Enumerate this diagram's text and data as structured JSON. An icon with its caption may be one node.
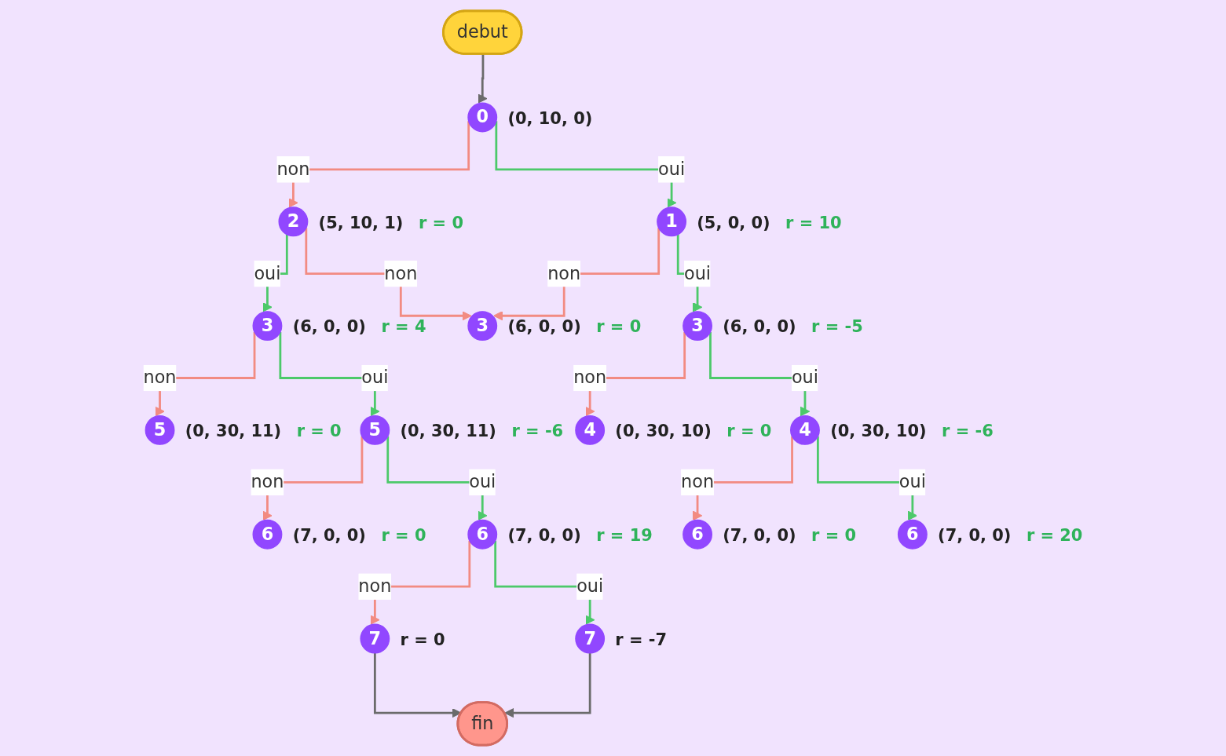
{
  "diagram": {
    "nodes": [
      {
        "text": [
          "debut"
        ]
      },
      {
        "text": [
          "0"
        ],
        "beside": [
          "(0, 10, 0)"
        ]
      },
      {
        "text": [
          "2"
        ],
        "beside": [
          "(5, 10, 1)",
          "r = 0"
        ]
      },
      {
        "text": [
          "1"
        ],
        "beside": [
          "(5, 0, 0)",
          "r = 10"
        ]
      },
      {
        "text": [
          "3"
        ],
        "beside": [
          "(6, 0, 0)",
          "r = 4"
        ]
      },
      {
        "text": [
          "3"
        ],
        "beside": [
          "(6, 0, 0)",
          "r = 0"
        ]
      },
      {
        "text": [
          "3"
        ],
        "beside": [
          "(6, 0, 0)",
          "r = -5"
        ]
      },
      {
        "text": [
          "5"
        ],
        "beside": [
          "(0, 30, 11)",
          "r = 0"
        ]
      },
      {
        "text": [
          "5"
        ],
        "beside": [
          "(0, 30, 11)",
          "r = -6"
        ]
      },
      {
        "text": [
          "4"
        ],
        "beside": [
          "(0, 30, 10)",
          "r = 0"
        ]
      },
      {
        "text": [
          "4"
        ],
        "beside": [
          "(0, 30, 10)",
          "r = -6"
        ]
      },
      {
        "text": [
          "6"
        ],
        "beside": [
          "(7, 0, 0)",
          "r = 0"
        ]
      },
      {
        "text": [
          "6"
        ],
        "beside": [
          "(7, 0, 0)",
          "r = 19"
        ]
      },
      {
        "text": [
          "6"
        ],
        "beside": [
          "(7, 0, 0)",
          "r = 0"
        ]
      },
      {
        "text": [
          "6"
        ],
        "beside": [
          "(7, 0, 0)",
          "r = 20"
        ]
      },
      {
        "text": [
          "7"
        ],
        "beside": [
          "r = 0"
        ]
      },
      {
        "text": [
          "7"
        ],
        "beside": [
          "r = -7"
        ]
      },
      {
        "text": [
          "fin"
        ]
      }
    ],
    "edges": [
      {
        "from": 0,
        "to": 1,
        "arrow": "to",
        "color": "#6b6b6b"
      },
      {
        "from": 1,
        "to": 2,
        "arrow": "to",
        "label": "non",
        "color": "#f28b82"
      },
      {
        "from": 1,
        "to": 3,
        "arrow": "to",
        "label": "oui",
        "color": "#4cc96a"
      },
      {
        "from": 2,
        "to": 4,
        "arrow": "to",
        "label": "oui",
        "color": "#4cc96a"
      },
      {
        "from": 2,
        "to": 5,
        "arrow": "to",
        "label": "non",
        "color": "#f28b82"
      },
      {
        "from": 3,
        "to": 5,
        "arrow": "to",
        "label": "non",
        "color": "#f28b82"
      },
      {
        "from": 3,
        "to": 6,
        "arrow": "to",
        "label": "oui",
        "color": "#4cc96a"
      },
      {
        "from": 4,
        "to": 7,
        "arrow": "to",
        "label": "non",
        "color": "#f28b82"
      },
      {
        "from": 4,
        "to": 8,
        "arrow": "to",
        "label": "oui",
        "color": "#4cc96a"
      },
      {
        "from": 6,
        "to": 9,
        "arrow": "to",
        "label": "non",
        "color": "#f28b82"
      },
      {
        "from": 6,
        "to": 10,
        "arrow": "to",
        "label": "oui",
        "color": "#4cc96a"
      },
      {
        "from": 8,
        "to": 11,
        "arrow": "to",
        "label": "non",
        "color": "#f28b82"
      },
      {
        "from": 8,
        "to": 12,
        "arrow": "to",
        "label": "oui",
        "color": "#4cc96a"
      },
      {
        "from": 10,
        "to": 13,
        "arrow": "to",
        "label": "non",
        "color": "#f28b82"
      },
      {
        "from": 10,
        "to": 14,
        "arrow": "to",
        "label": "oui",
        "color": "#4cc96a"
      },
      {
        "from": 12,
        "to": 15,
        "arrow": "to",
        "label": "non",
        "color": "#f28b82"
      },
      {
        "from": 12,
        "to": 16,
        "arrow": "to",
        "label": "oui",
        "color": "#4cc96a"
      },
      {
        "from": 15,
        "to": 17,
        "arrow": "to",
        "color": "#6b6b6b"
      },
      {
        "from": 16,
        "to": 17,
        "arrow": "to",
        "color": "#6b6b6b"
      }
    ]
  }
}
